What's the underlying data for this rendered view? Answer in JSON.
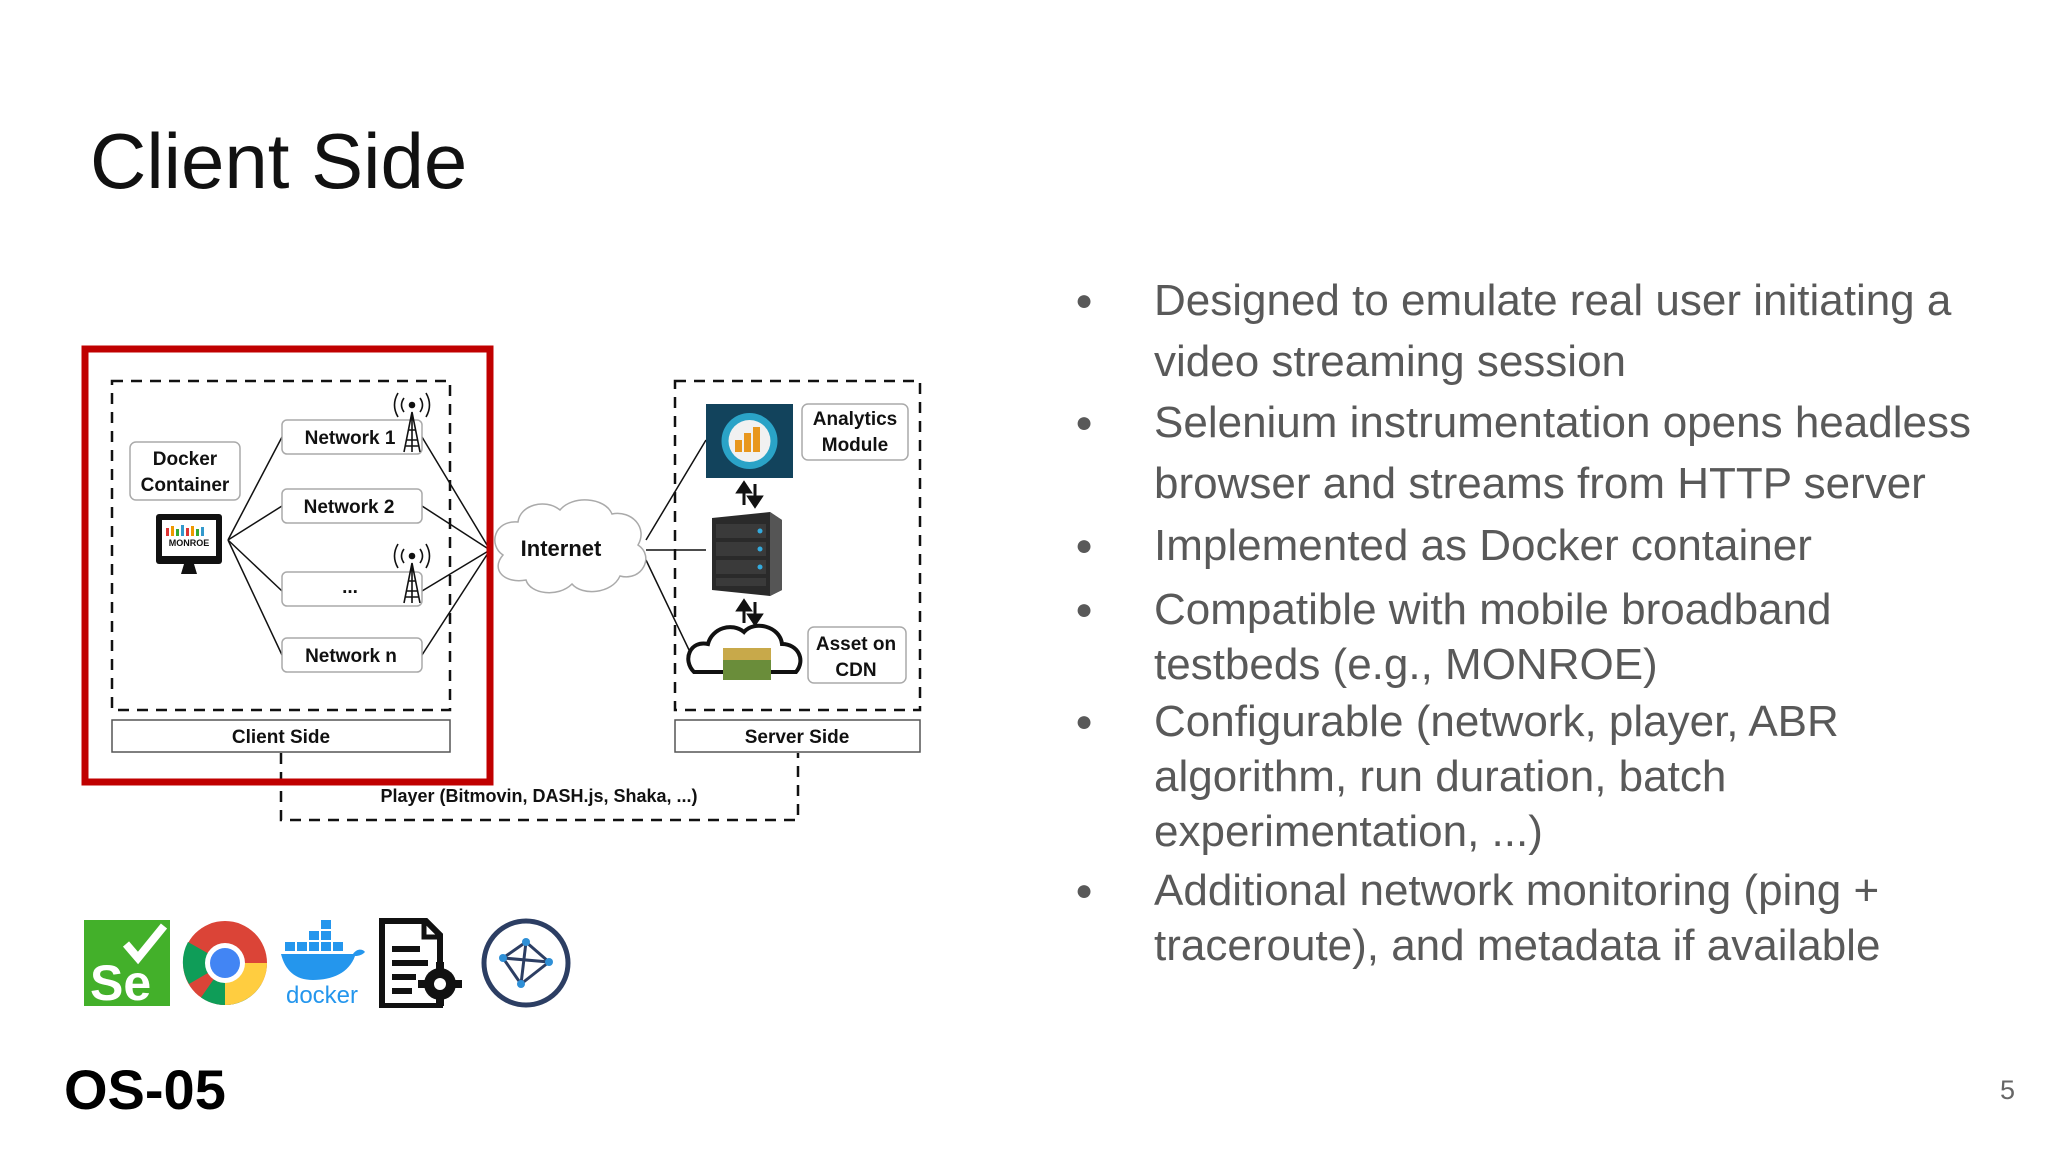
{
  "slide": {
    "title": "Client Side",
    "code": "OS-05",
    "page_number": "5"
  },
  "bullets": [
    "Designed to emulate real user initiating a video streaming session",
    "Selenium instrumentation opens headless browser and streams from HTTP server",
    "Implemented as Docker container",
    "Compatible with mobile broadband testbeds (e.g., MONROE)",
    "Configurable (network, player, ABR algorithm, run duration, batch experimentation, ...)",
    "Additional network monitoring (ping + traceroute), and metadata if available"
  ],
  "diagram": {
    "docker_label_1": "Docker",
    "docker_label_2": "Container",
    "monroe_label": "MONROE",
    "network_1": "Network 1",
    "network_2": "Network 2",
    "network_dots": "...",
    "network_n": "Network n",
    "internet": "Internet",
    "analytics_1": "Analytics",
    "analytics_2": "Module",
    "asset_1": "Asset on",
    "asset_2": "CDN",
    "client_side": "Client Side",
    "server_side": "Server Side",
    "player": "Player (Bitmovin, DASH.js, Shaka, ...)",
    "highlight_color": "#c00000"
  },
  "logos": [
    "selenium-logo",
    "chrome-logo",
    "docker-logo",
    "config-document-icon",
    "network-graph-icon"
  ],
  "logo_text": {
    "selenium": "Se",
    "docker": "docker"
  }
}
